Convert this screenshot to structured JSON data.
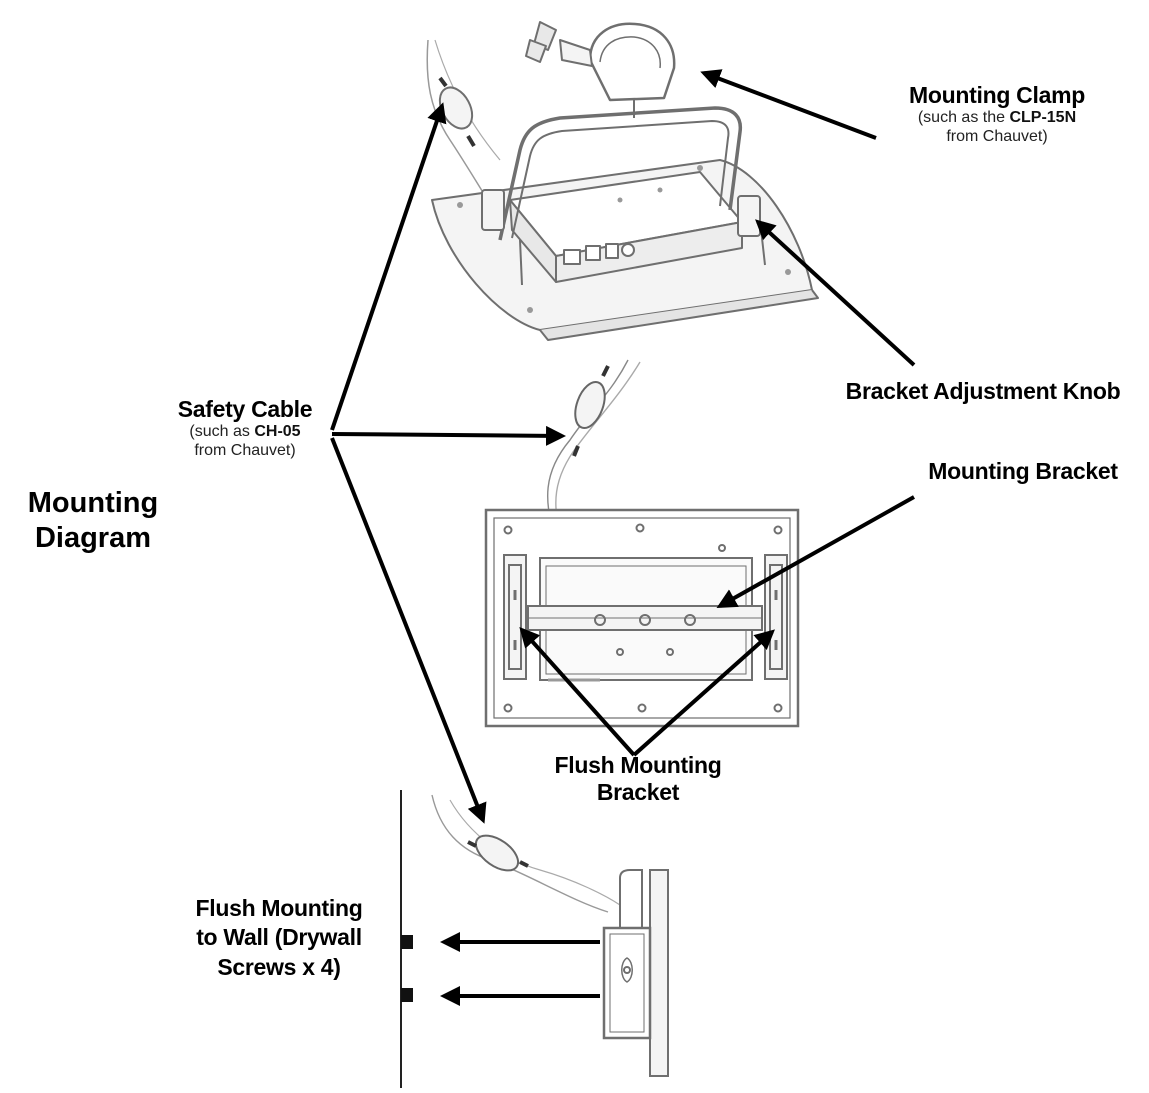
{
  "title": {
    "line1": "Mounting",
    "line2": "Diagram"
  },
  "labels": {
    "mounting_clamp": {
      "head": "Mounting Clamp",
      "sub1_prefix": "(such as ",
      "sub1_mid": "the ",
      "sub1_bold": "CLP-15N",
      "sub2": "from Chauvet)"
    },
    "safety_cable": {
      "head": "Safety Cable",
      "sub1_prefix": "(such as ",
      "sub1_bold": "CH-05",
      "sub2": "from Chauvet)"
    },
    "bracket_knob": "Bracket Adjustment Knob",
    "mounting_bracket": "Mounting Bracket",
    "flush_bracket": {
      "line1": "Flush Mounting",
      "line2": "Bracket"
    },
    "wall_mount": {
      "line1": "Flush Mounting",
      "line2": "to Wall (Drywall",
      "line3": "Screws x 4)"
    }
  },
  "colors": {
    "ink": "#000000",
    "drawing": "#6f6f6f",
    "drawing_fill": "#f4f4f4"
  }
}
